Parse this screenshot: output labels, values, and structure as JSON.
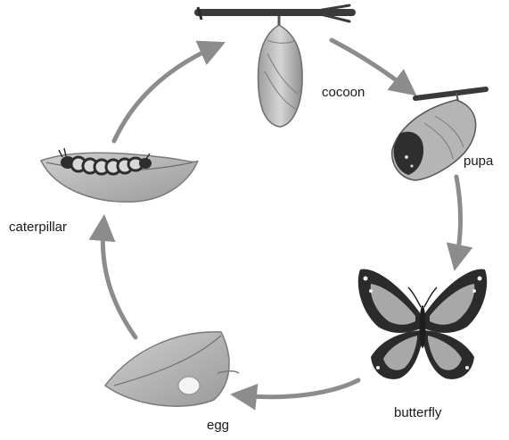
{
  "stages": [
    {
      "id": "cocoon",
      "label": "cocoon"
    },
    {
      "id": "pupa",
      "label": "pupa"
    },
    {
      "id": "butterfly",
      "label": "butterfly"
    },
    {
      "id": "egg",
      "label": "egg"
    },
    {
      "id": "caterpillar",
      "label": "caterpillar"
    }
  ],
  "colors": {
    "arrow": "#8c8c8c",
    "leaf": "#bdbdbd",
    "leaf_dark": "#8a8a8a",
    "branch": "#3a3a3a",
    "wing_dark": "#2b2b2b",
    "wing_light": "#a8a8a8"
  },
  "icons": [
    "branch-icon",
    "cocoon-icon",
    "pupa-icon",
    "butterfly-icon",
    "egg-leaf-icon",
    "caterpillar-leaf-icon"
  ]
}
